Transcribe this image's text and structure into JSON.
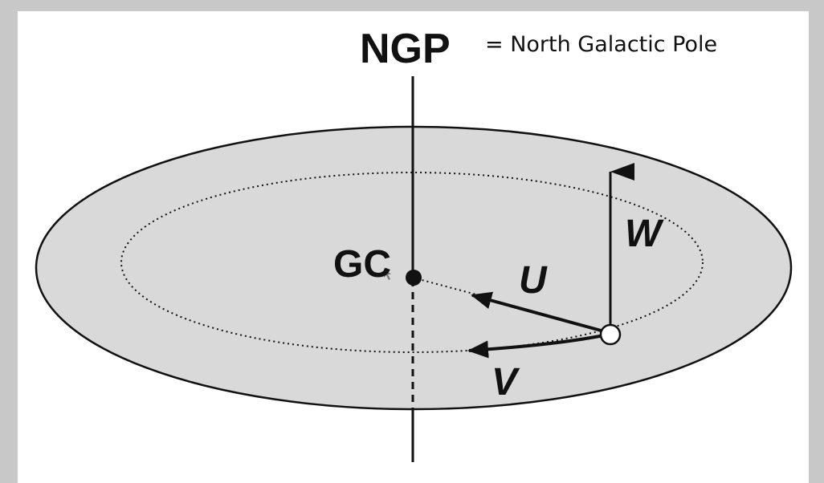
{
  "labels": {
    "ngp": "NGP",
    "ngp_definition": "= North Galactic Pole",
    "gc": "GC",
    "u": "U",
    "v": "V",
    "w": "W"
  },
  "colors": {
    "frame": "#c8c8c8",
    "disk_fill": "#d9d9d9",
    "ink": "#111111",
    "star_fill": "#ffffff"
  }
}
